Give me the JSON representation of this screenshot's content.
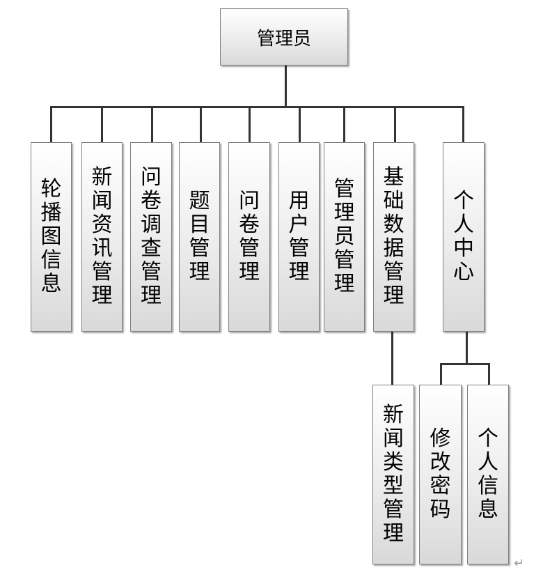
{
  "root": {
    "label": "管理员"
  },
  "level1": [
    {
      "id": "carousel",
      "label": "轮播图信息"
    },
    {
      "id": "news",
      "label": "新闻资讯管理"
    },
    {
      "id": "survey",
      "label": "问卷调查管理"
    },
    {
      "id": "question",
      "label": "题目管理"
    },
    {
      "id": "questionnaire",
      "label": "问卷管理"
    },
    {
      "id": "user",
      "label": "用户管理"
    },
    {
      "id": "admin",
      "label": "管理员管理"
    },
    {
      "id": "basedata",
      "label": "基础数据管理"
    },
    {
      "id": "personal",
      "label": "个人中心"
    }
  ],
  "level2": [
    {
      "id": "news-type",
      "parent": "basedata",
      "label": "新闻类型管理"
    },
    {
      "id": "change-password",
      "parent": "personal",
      "label": "修改密码"
    },
    {
      "id": "personal-info",
      "parent": "personal",
      "label": "个人信息"
    }
  ],
  "paragraph_mark": "↵"
}
